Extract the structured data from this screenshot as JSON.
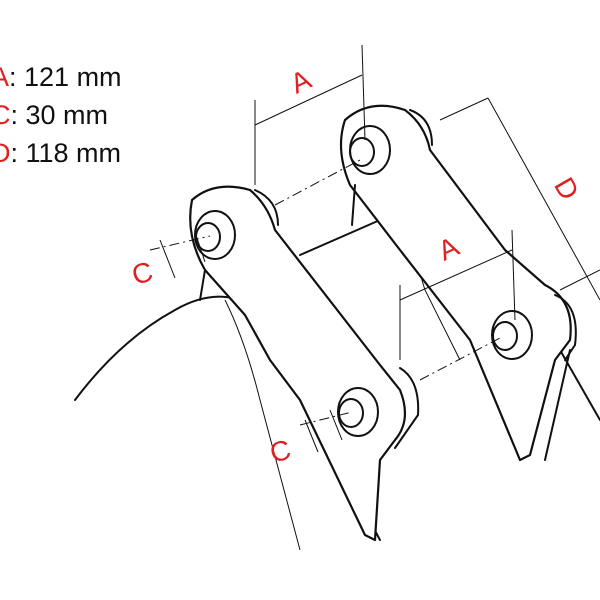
{
  "legend": [
    {
      "key": "A",
      "value": ": 121 mm"
    },
    {
      "key": "C",
      "value": ": 30 mm"
    },
    {
      "key": "D",
      "value": ": 118 mm"
    }
  ],
  "labels": {
    "a_top": "A",
    "a_mid": "A",
    "d": "D",
    "c_left": "C",
    "c_bottom": "C"
  },
  "colors": {
    "label": "#e02020",
    "line": "#111111"
  }
}
